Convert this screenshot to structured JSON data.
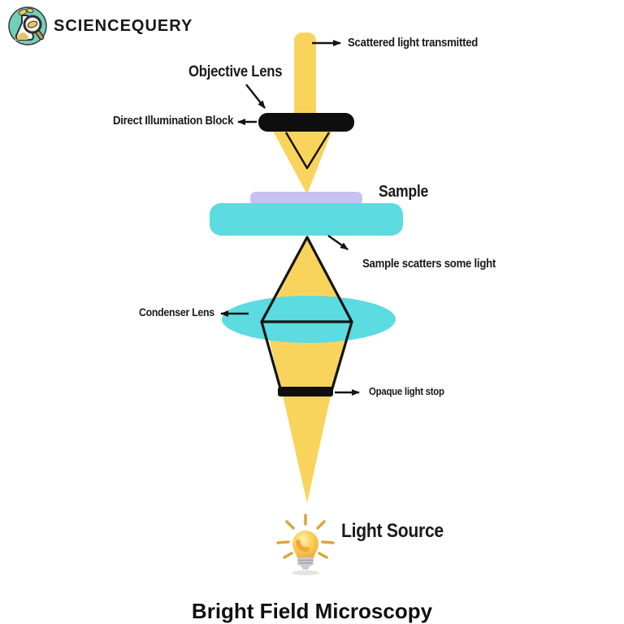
{
  "brand": {
    "name": "SCIENCEQUERY"
  },
  "diagram": {
    "labels": {
      "scattered_light": "Scattered light transmitted",
      "objective_lens": "Objective Lens",
      "illumination_block": "Direct Illumination Block",
      "sample": "Sample",
      "sample_scatters": "Sample scatters some light",
      "condenser_lens": "Condenser Lens",
      "opaque_stop": "Opaque light stop",
      "light_source": "Light Source"
    },
    "icons": {
      "light_bulb": "light-bulb-icon",
      "logo": "flask-magnifier-logo-icon"
    },
    "colors": {
      "beam_yellow": "#F8D45C",
      "glass_cyan": "#5CDBE1",
      "sample_lavender": "#C7C2F1",
      "ink_black": "#131313",
      "logo_teal": "#6FD0BA"
    }
  },
  "footer": {
    "title": "Bright Field Microscopy"
  }
}
